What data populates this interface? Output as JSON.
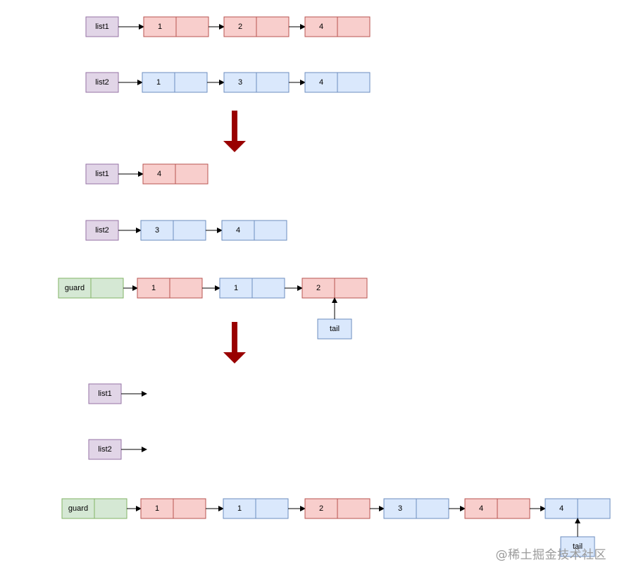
{
  "colors": {
    "label_fill": "#e1d5e7",
    "label_stroke": "#9673a6",
    "red_fill": "#f8cecc",
    "red_stroke": "#b85450",
    "blue_fill": "#dae8fc",
    "blue_stroke": "#6c8ebf",
    "green_fill": "#d5e8d4",
    "green_stroke": "#82b366",
    "arrow_red": "#990000",
    "line": "#000000"
  },
  "labels": {
    "list1": "list1",
    "list2": "list2",
    "guard": "guard",
    "tail": "tail"
  },
  "stages": {
    "initial": {
      "list1": {
        "color": "red",
        "values": [
          "1",
          "2",
          "4"
        ]
      },
      "list2": {
        "color": "blue",
        "values": [
          "1",
          "3",
          "4"
        ]
      }
    },
    "merging": {
      "list1": {
        "color": "red",
        "values": [
          "4"
        ]
      },
      "list2": {
        "color": "blue",
        "values": [
          "3",
          "4"
        ]
      },
      "guard_chain": [
        {
          "value": "1",
          "color": "red"
        },
        {
          "value": "1",
          "color": "blue"
        },
        {
          "value": "2",
          "color": "red"
        }
      ],
      "tail_index": 2
    },
    "final": {
      "list1": {
        "values": []
      },
      "list2": {
        "values": []
      },
      "guard_chain": [
        {
          "value": "1",
          "color": "red"
        },
        {
          "value": "1",
          "color": "blue"
        },
        {
          "value": "2",
          "color": "red"
        },
        {
          "value": "3",
          "color": "blue"
        },
        {
          "value": "4",
          "color": "red"
        },
        {
          "value": "4",
          "color": "blue"
        }
      ],
      "tail_index": 5
    }
  },
  "watermark": "@稀土掘金技术社区"
}
